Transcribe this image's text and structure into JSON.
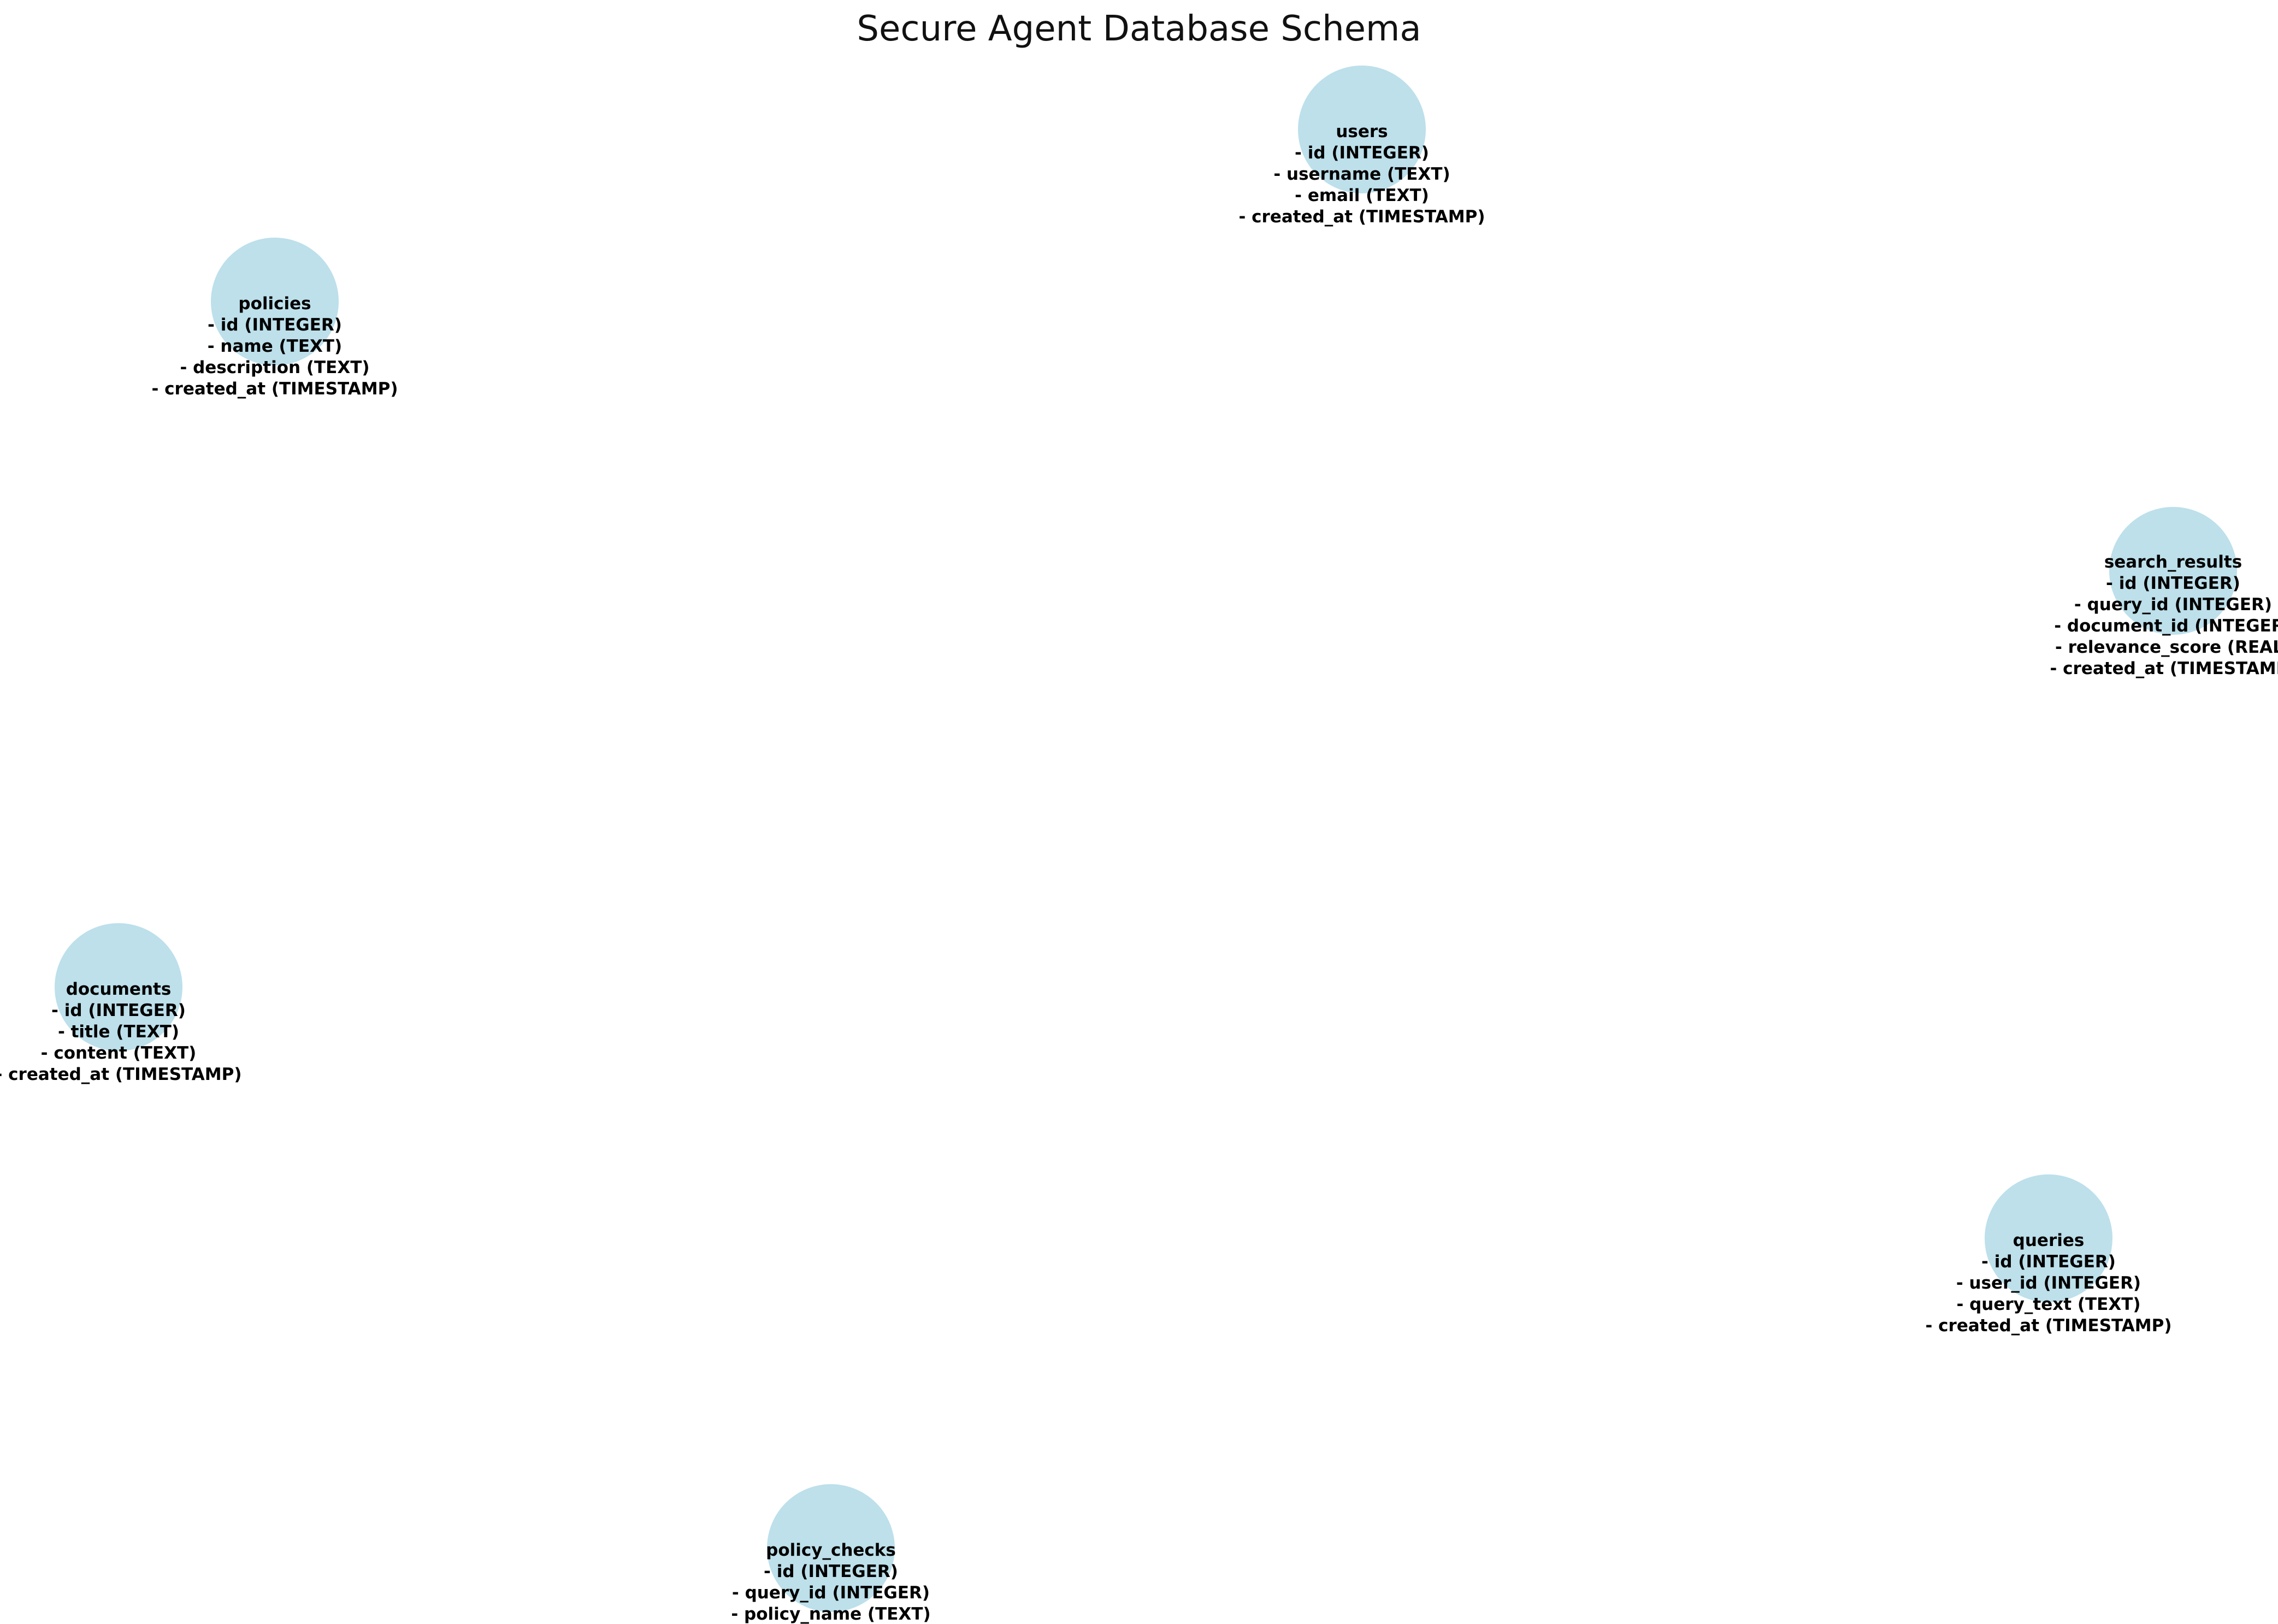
{
  "diagram": {
    "title": "Secure Agent Database Schema",
    "node_color": "#ADD8E6",
    "nodes": [
      {
        "id": "users",
        "name": "users",
        "fields": [
          "- id (INTEGER)",
          "- username (TEXT)",
          "- email (TEXT)",
          "- created_at (TIMESTAMP)"
        ]
      },
      {
        "id": "policies",
        "name": "policies",
        "fields": [
          "- id (INTEGER)",
          "- name (TEXT)",
          "- description (TEXT)",
          "- created_at (TIMESTAMP)"
        ]
      },
      {
        "id": "search_results",
        "name": "search_results",
        "fields": [
          "- id (INTEGER)",
          "- query_id (INTEGER)",
          "- document_id (INTEGER)",
          "- relevance_score (REAL)",
          "- created_at (TIMESTAMP)"
        ]
      },
      {
        "id": "documents",
        "name": "documents",
        "fields": [
          "- id (INTEGER)",
          "- title (TEXT)",
          "- content (TEXT)",
          "- created_at (TIMESTAMP)"
        ]
      },
      {
        "id": "queries",
        "name": "queries",
        "fields": [
          "- id (INTEGER)",
          "- user_id (INTEGER)",
          "- query_text (TEXT)",
          "- created_at (TIMESTAMP)"
        ]
      },
      {
        "id": "policy_checks",
        "name": "policy_checks",
        "fields": [
          "- id (INTEGER)",
          "- query_id (INTEGER)",
          "- policy_name (TEXT)"
        ]
      }
    ]
  }
}
